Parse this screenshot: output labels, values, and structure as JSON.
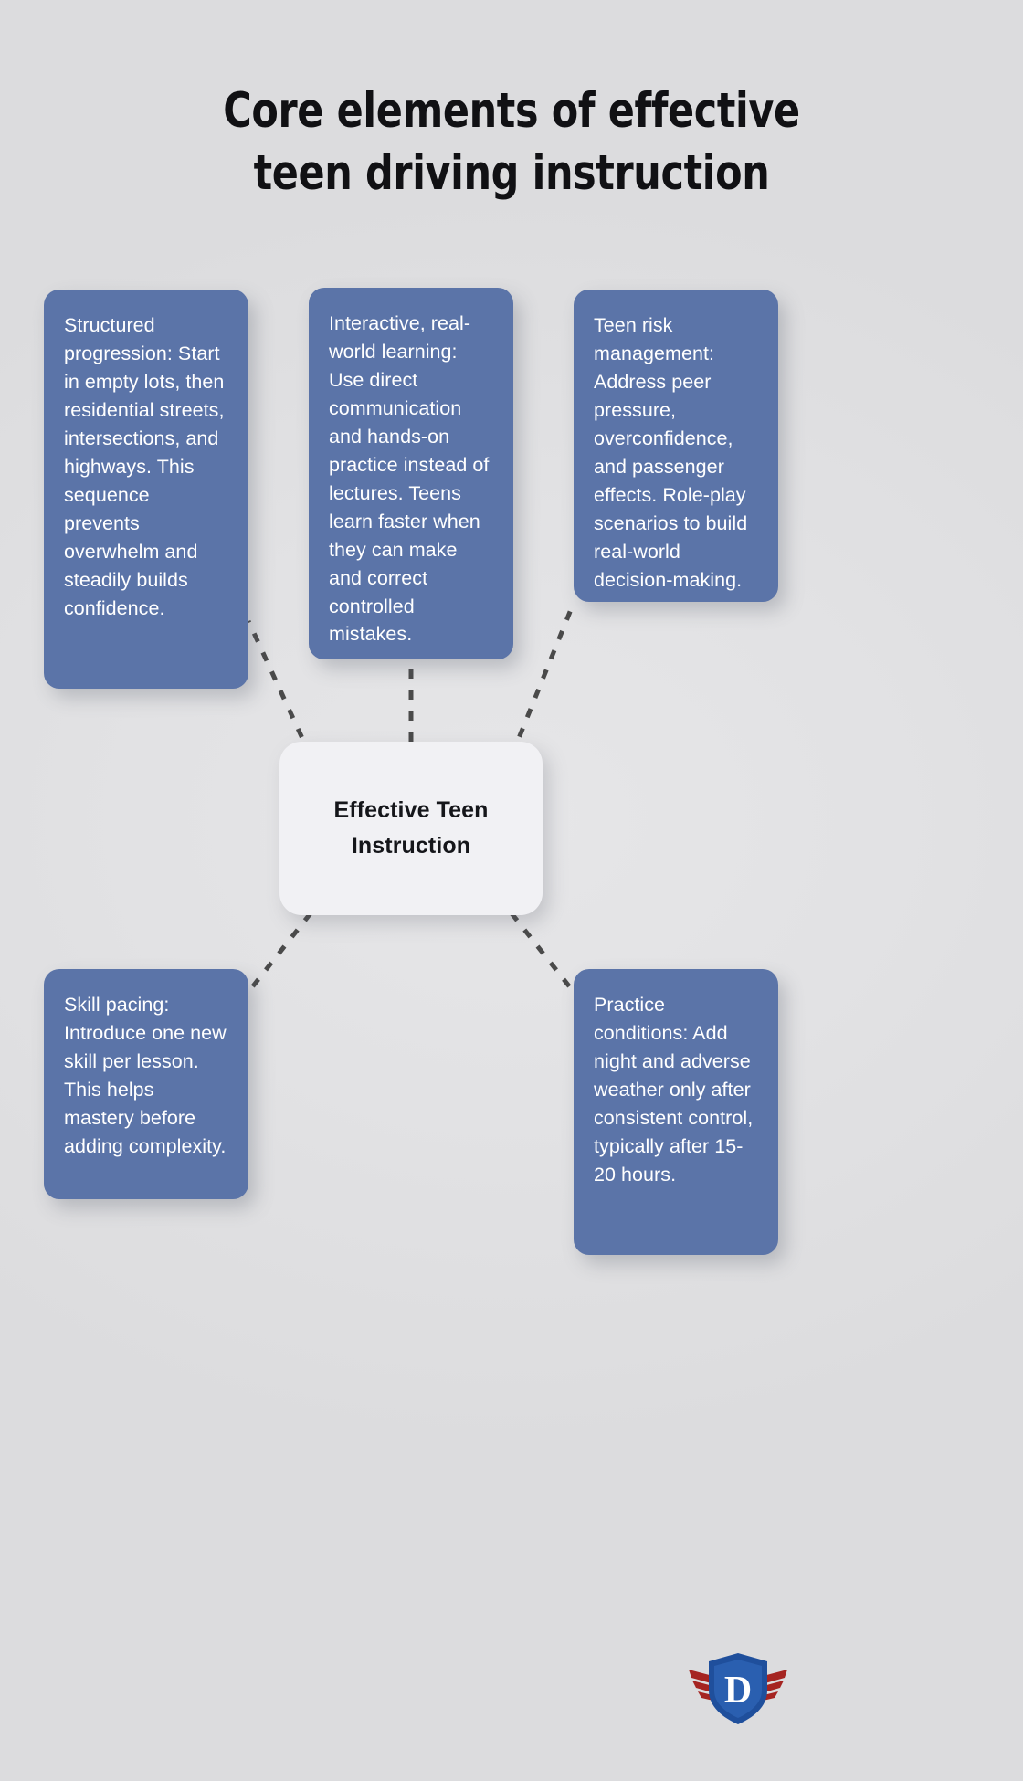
{
  "page": {
    "background_color": "#dedee0",
    "title_line1": "Core elements of effective",
    "title_line2": "teen driving instruction"
  },
  "colors": {
    "card_fill": "#5b74a8",
    "card_text": "#ffffff",
    "center_fill": "#f1f1f4",
    "center_text": "#15161a",
    "connector": "#4a4a4a",
    "title_text": "#111114",
    "logo_shield": "#1f4f9c",
    "logo_wing": "#a52421"
  },
  "center": {
    "label_line1": "Effective Teen",
    "label_line2": "Instruction",
    "label_full": "Effective Teen Instruction"
  },
  "cards": [
    {
      "id": "structured-progression",
      "name": "Structured progression",
      "text": "Structured progression: Start in empty lots, then residential streets, intersections, and highways. This sequence prevents overwhelm and steadily builds confidence.",
      "position": "top-left"
    },
    {
      "id": "interactive-real-world-learning",
      "name": "Interactive, real-world learning",
      "text": "Interactive, real-world learning: Use direct communication and hands-on practice instead of lectures. Teens learn faster when they can make and correct controlled mistakes.",
      "position": "top-center"
    },
    {
      "id": "teen-risk-management",
      "name": "Teen risk management",
      "text": "Teen risk management: Address peer pressure, overconfidence, and passenger effects. Role-play scenarios to build real-world decision-making.",
      "position": "top-right"
    },
    {
      "id": "skill-pacing",
      "name": "Skill pacing",
      "text": "Skill pacing: Introduce one new skill per lesson. This helps mastery before adding complexity.",
      "position": "bottom-left"
    },
    {
      "id": "practice-conditions",
      "name": "Practice conditions",
      "text": "Practice conditions: Add night and adverse weather only after consistent control, typically after 15-20 hours.",
      "position": "bottom-right"
    }
  ],
  "logo": {
    "letter": "D",
    "icon_name": "winged-shield-logo"
  }
}
